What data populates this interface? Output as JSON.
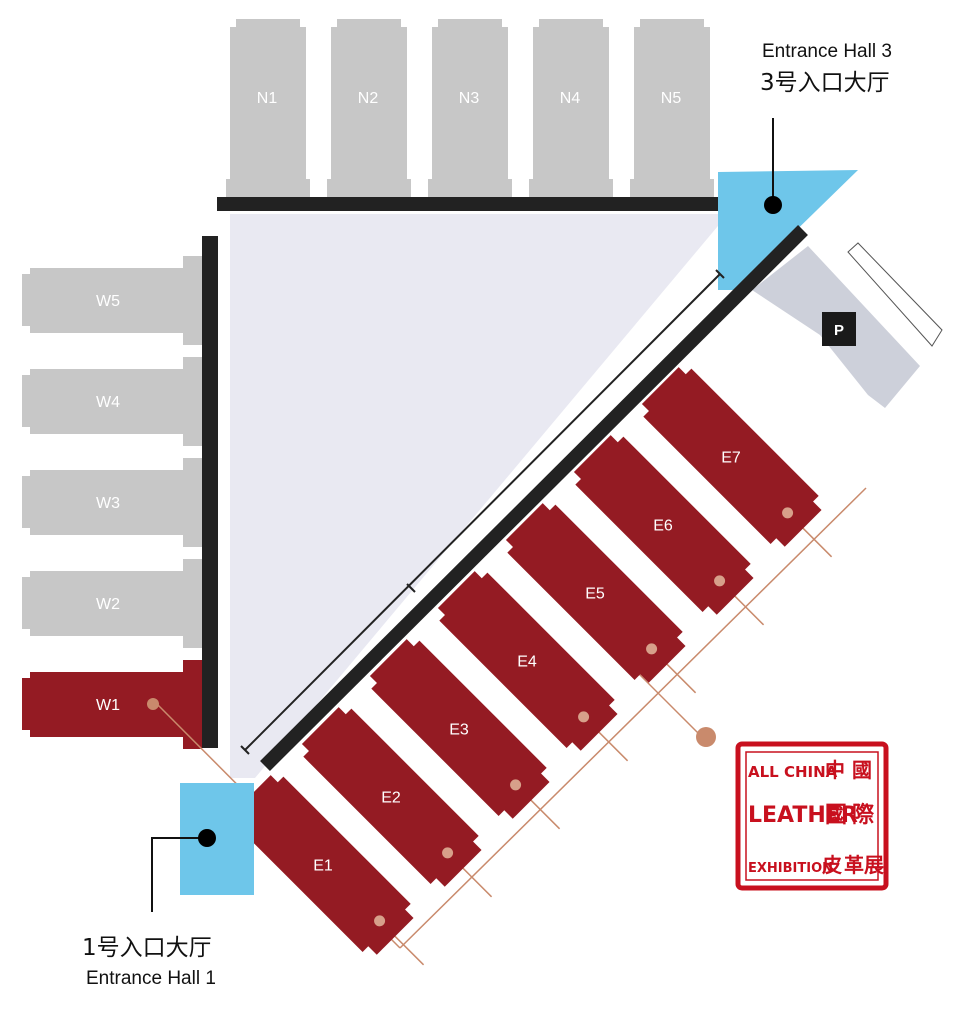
{
  "colors": {
    "highlight_hall": "#941b23",
    "other_hall": "#c7c7c7",
    "parking": "#cdd0da",
    "plaza": "#e9e9f2",
    "entrance": "#6ec6ea",
    "connector": "#c98a6c",
    "wall": "#222222",
    "seal": "#c8101e"
  },
  "halls": {
    "north": [
      "N1",
      "N2",
      "N3",
      "N4",
      "N5"
    ],
    "west": [
      "W5",
      "W4",
      "W3",
      "W2",
      "W1"
    ],
    "east": [
      "E7",
      "E6",
      "E5",
      "E4",
      "E3",
      "E2",
      "E1"
    ]
  },
  "highlighted_halls": [
    "W1",
    "E1",
    "E2",
    "E3",
    "E4",
    "E5",
    "E6",
    "E7"
  ],
  "parking_label": "P",
  "entrance_3": {
    "en": "Entrance Hall 3",
    "zh": "3号入口大厅"
  },
  "entrance_1": {
    "zh": "1号入口大厅",
    "en": "Entrance Hall 1"
  },
  "seal": {
    "line1": "ALL CHINA",
    "line2": "LEATHER",
    "line3": "EXHIBITION",
    "chars": [
      "中",
      "國",
      "國",
      "際",
      "皮",
      "革",
      "展"
    ]
  },
  "icons": [
    "parking-icon",
    "entrance-marker-icon",
    "seal-logo-icon"
  ]
}
